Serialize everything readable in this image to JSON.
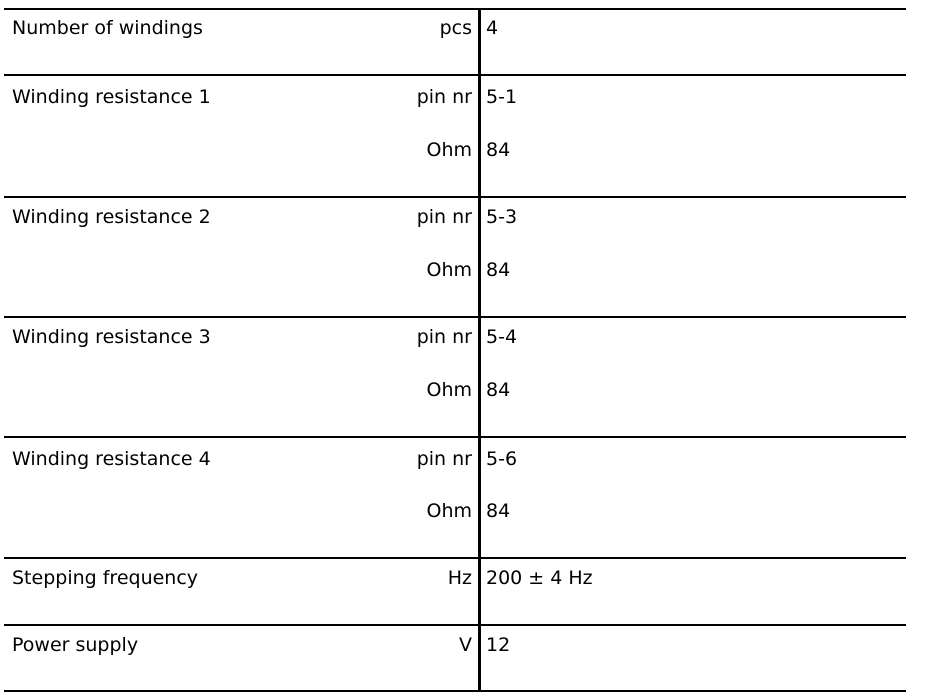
{
  "rows": [
    {
      "label": "Number of windings",
      "lines": [
        {
          "unit": "pcs",
          "value": "4"
        }
      ]
    },
    {
      "label": "Winding resistance 1",
      "lines": [
        {
          "unit": "pin nr",
          "value": "5-1"
        },
        {
          "unit": "Ohm",
          "value": "84"
        }
      ]
    },
    {
      "label": "Winding resistance 2",
      "lines": [
        {
          "unit": "pin nr",
          "value": "5-3"
        },
        {
          "unit": "Ohm",
          "value": "84"
        }
      ]
    },
    {
      "label": "Winding resistance 3",
      "lines": [
        {
          "unit": "pin nr",
          "value": "5-4"
        },
        {
          "unit": "Ohm",
          "value": "84"
        }
      ]
    },
    {
      "label": "Winding resistance 4",
      "lines": [
        {
          "unit": "pin nr",
          "value": "5-6"
        },
        {
          "unit": "Ohm",
          "value": "84"
        }
      ]
    },
    {
      "label": "Stepping frequency",
      "lines": [
        {
          "unit": "Hz",
          "value": "200 ± 4 Hz"
        }
      ]
    },
    {
      "label": "Power supply",
      "lines": [
        {
          "unit": "V",
          "value": "12"
        }
      ]
    }
  ]
}
